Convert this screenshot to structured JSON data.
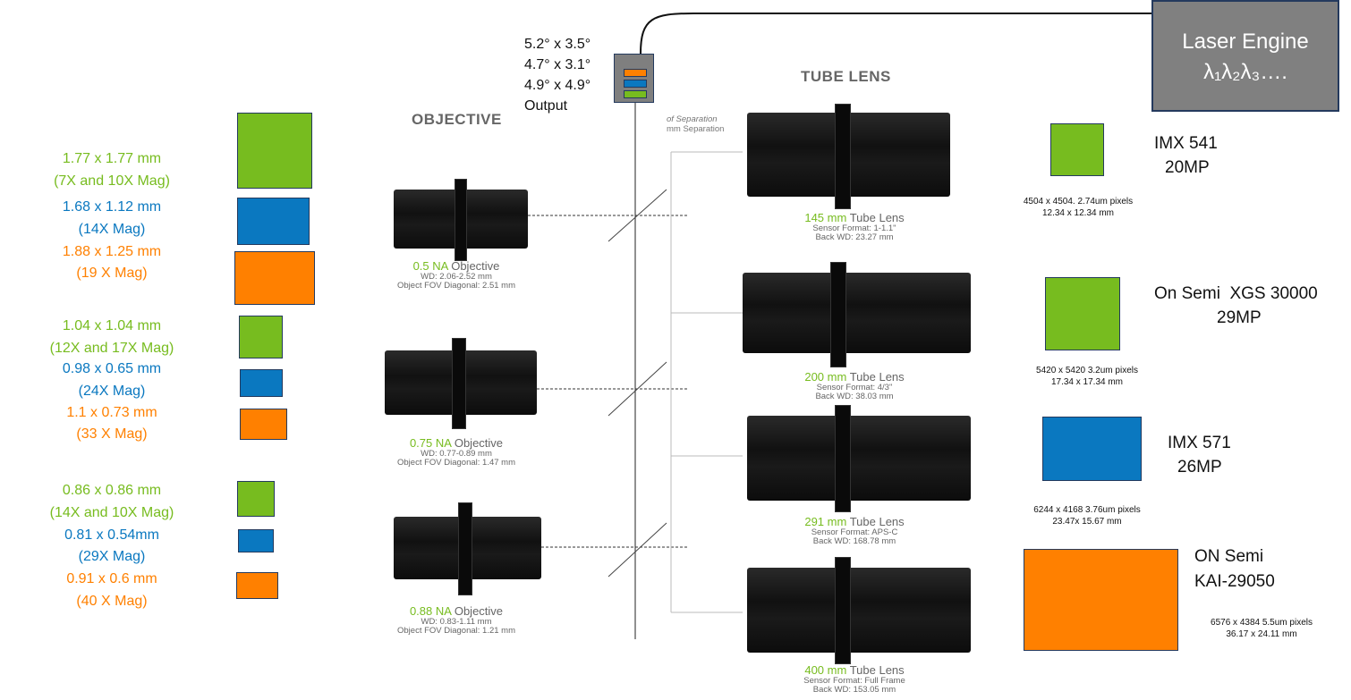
{
  "colors": {
    "green": "#77bc1f",
    "blue": "#0a78c0",
    "orange": "#ff8000",
    "laser_box": "#808080"
  },
  "fov_groups": [
    {
      "lines": [
        "1.77 x 1.77 mm",
        "(7X and 10X Mag)",
        "1.68 x 1.12 mm",
        "(14X Mag)",
        "1.88 x 1.25 mm",
        "(19 X Mag)"
      ]
    },
    {
      "lines": [
        "1.04 x 1.04 mm",
        "(12X and 17X Mag)",
        "0.98 x 0.65 mm",
        "(24X Mag)",
        "1.1 x 0.73 mm",
        "(33 X Mag)"
      ]
    },
    {
      "lines": [
        "0.86 x 0.86 mm",
        "(14X and 10X Mag)",
        "0.81 x 0.54mm",
        "(29X Mag)",
        "0.91 x 0.6 mm",
        "(40 X Mag)"
      ]
    }
  ],
  "objective_header": "OBJECTIVE",
  "tube_header": "TUBE LENS",
  "separation": [
    "of Separation",
    "mm Separation"
  ],
  "output": {
    "lines": [
      "5.2° x 3.5°",
      "4.7° x 3.1°",
      "4.9° x 4.9°",
      "Output"
    ]
  },
  "laser": {
    "title": "Laser Engine",
    "sub": "λ₁λ₂λ₃…."
  },
  "objectives": [
    {
      "na": "0.5 NA",
      "name": "Objective",
      "wd": "WD: 2.06-2.52 mm",
      "fov": "Object FOV Diagonal: 2.51 mm"
    },
    {
      "na": "0.75 NA",
      "name": "Objective",
      "wd": "WD: 0.77-0.89 mm",
      "fov": "Object FOV Diagonal: 1.47 mm"
    },
    {
      "na": "0.88 NA",
      "name": "Objective",
      "wd": "WD: 0.83-1.11 mm",
      "fov": "Object FOV Diagonal: 1.21 mm"
    }
  ],
  "tube_lenses": [
    {
      "fl": "145 mm",
      "name": "Tube Lens",
      "format": "Sensor Format: 1-1.1\"",
      "bwd": "Back WD: 23.27 mm"
    },
    {
      "fl": "200 mm",
      "name": "Tube Lens",
      "format": "Sensor Format: 4/3\"",
      "bwd": "Back WD: 38.03 mm"
    },
    {
      "fl": "291 mm",
      "name": "Tube Lens",
      "format": "Sensor Format: APS-C",
      "bwd": "Back WD: 168.78 mm"
    },
    {
      "fl": "400 mm",
      "name": "Tube Lens",
      "format": "Sensor Format: Full Frame",
      "bwd": "Back WD: 153.05 mm"
    }
  ],
  "sensors": [
    {
      "name1": "IMX 541",
      "name2": "20MP",
      "spec1": "4504 x 4504. 2.74um pixels",
      "spec2": "12.34 x 12.34 mm"
    },
    {
      "name1": "On Semi  XGS 30000",
      "name2": "29MP",
      "spec1": "5420 x 5420 3.2um pixels",
      "spec2": "17.34 x 17.34 mm"
    },
    {
      "name1": "IMX 571",
      "name2": "26MP",
      "spec1": "6244 x 4168 3.76um pixels",
      "spec2": "23.47x 15.67 mm"
    },
    {
      "name1": "ON Semi",
      "name2": "KAI-29050",
      "spec1": "6576 x 4384 5.5um pixels",
      "spec2": "36.17 x 24.11 mm"
    }
  ]
}
